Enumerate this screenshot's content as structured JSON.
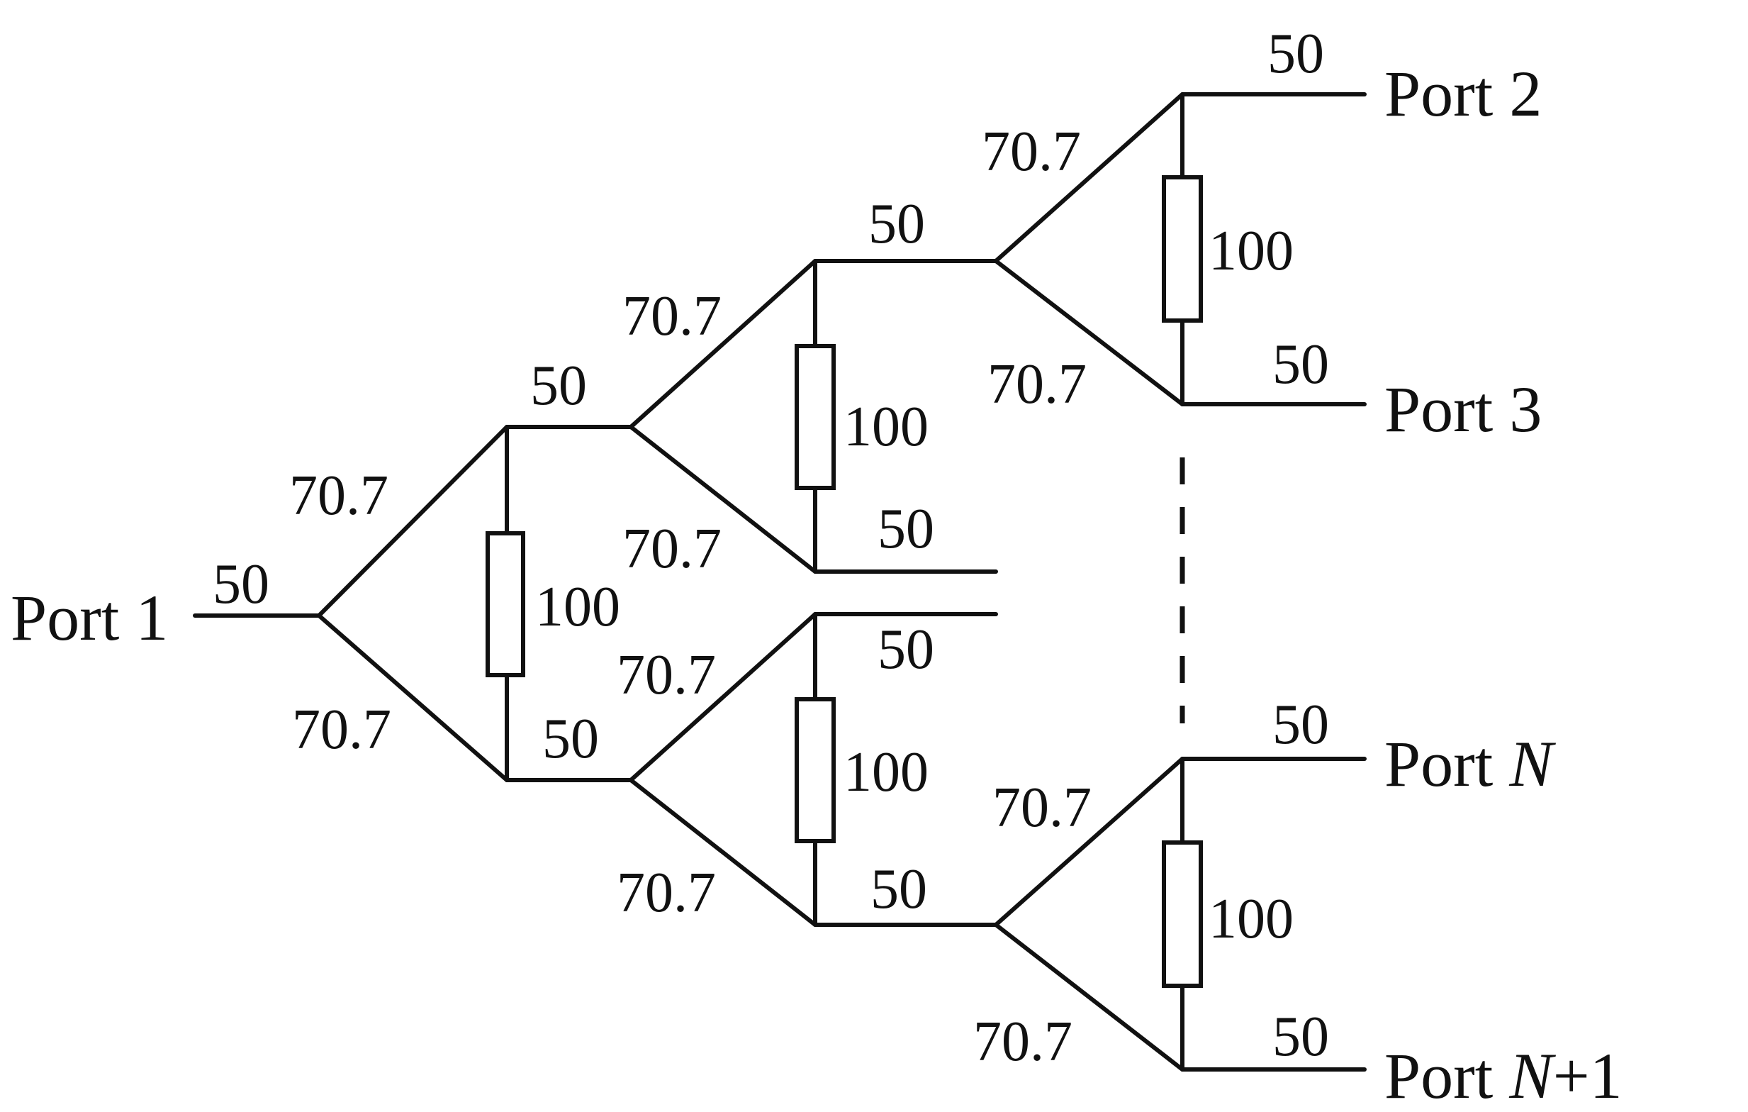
{
  "ports": {
    "p1": "Port 1",
    "p2": "Port 2",
    "p3": "Port 3",
    "pN_prefix": "Port ",
    "pN_var": "N",
    "pN1_prefix": "Port ",
    "pN1_var": "N",
    "pN1_suffix": "+1"
  },
  "impedances": {
    "line_50": "50",
    "branch_70_7": "70.7",
    "resistor_100": "100"
  }
}
